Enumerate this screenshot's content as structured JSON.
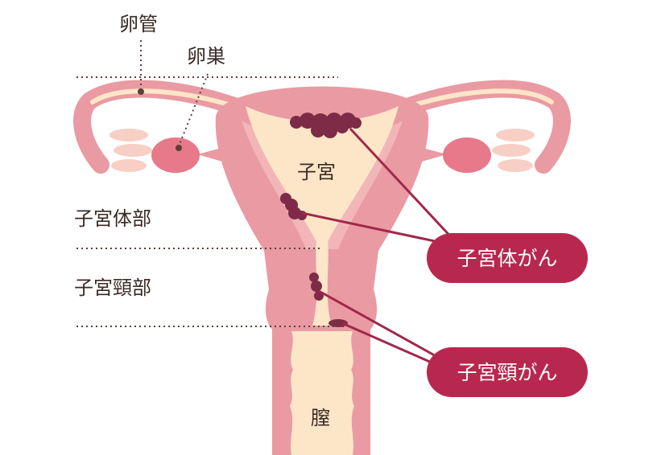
{
  "labels": {
    "fallopian_tube": "卵管",
    "ovary": "卵巣",
    "uterus": "子宮",
    "uterine_body": "子宮体部",
    "cervix": "子宮頸部",
    "vagina": "膣"
  },
  "callouts": {
    "endometrial_cancer": "子宮体がん",
    "cervical_cancer": "子宮頸がん"
  },
  "colors": {
    "tissue": "#ea9aa2",
    "tissue_light": "#f2b6b8",
    "cavity": "#fde6c8",
    "ovary": "#e8798a",
    "tumor": "#7d2b46",
    "callout": "#b8284e",
    "leader": "#a0284a"
  }
}
